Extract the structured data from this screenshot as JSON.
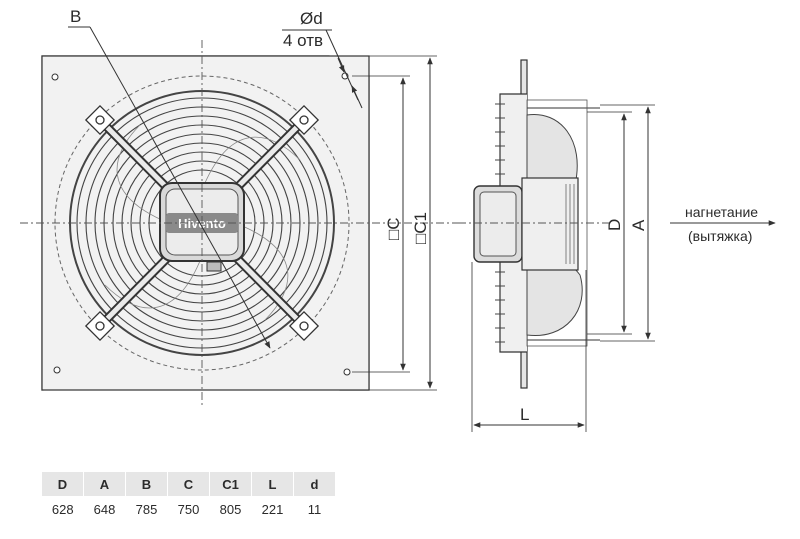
{
  "front_view": {
    "label_b": "B",
    "label_hole_dia": "Ød",
    "label_hole_count": "4 отв",
    "label_c": "□C",
    "label_c1": "□C1",
    "brand": "Hivento"
  },
  "side_view": {
    "label_d": "D",
    "label_a": "A",
    "label_l": "L",
    "flow_line1": "нагнетание",
    "flow_line2": "(вытяжка)"
  },
  "spec_table": {
    "headers": [
      "D",
      "A",
      "B",
      "C",
      "C1",
      "L",
      "d"
    ],
    "values": [
      "628",
      "648",
      "785",
      "750",
      "805",
      "221",
      "11"
    ]
  }
}
